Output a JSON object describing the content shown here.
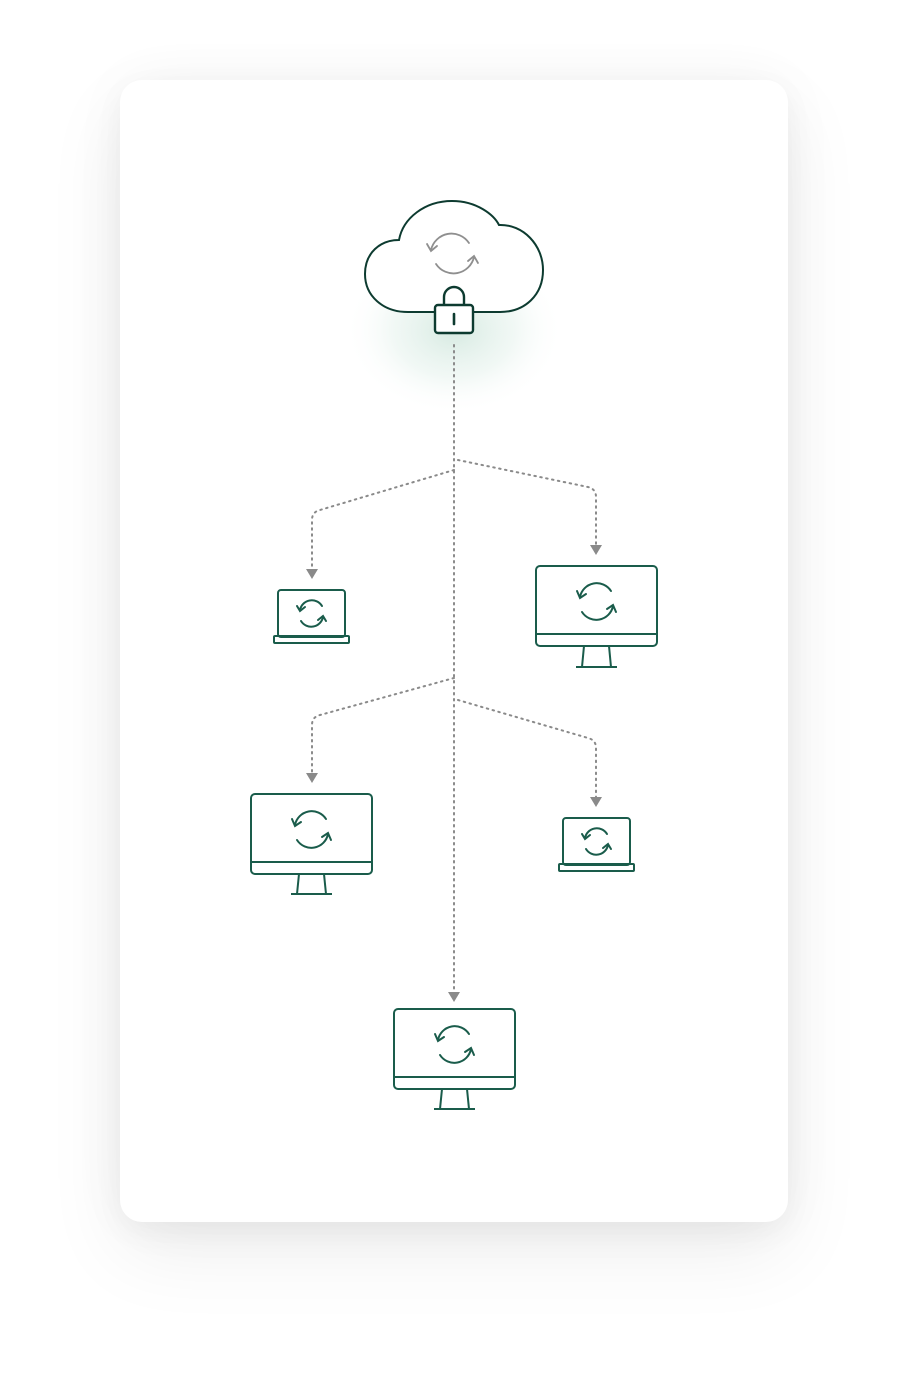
{
  "colors": {
    "stroke": "#0d3b30",
    "device_green": "#1a5c4b",
    "connector_gray": "#8a8a8a",
    "sync_gray": "#9a9a9a",
    "glow": "#d7ece4"
  },
  "icons": {
    "cloud": "cloud-icon",
    "lock": "lock-icon",
    "sync": "sync-arrows-icon",
    "laptop": "laptop-icon",
    "desktop": "desktop-monitor-icon"
  },
  "devices": [
    {
      "id": "device-top-left",
      "kind": "laptop"
    },
    {
      "id": "device-top-right",
      "kind": "desktop"
    },
    {
      "id": "device-mid-left",
      "kind": "desktop"
    },
    {
      "id": "device-mid-right",
      "kind": "laptop"
    },
    {
      "id": "device-bottom-center",
      "kind": "desktop"
    }
  ]
}
